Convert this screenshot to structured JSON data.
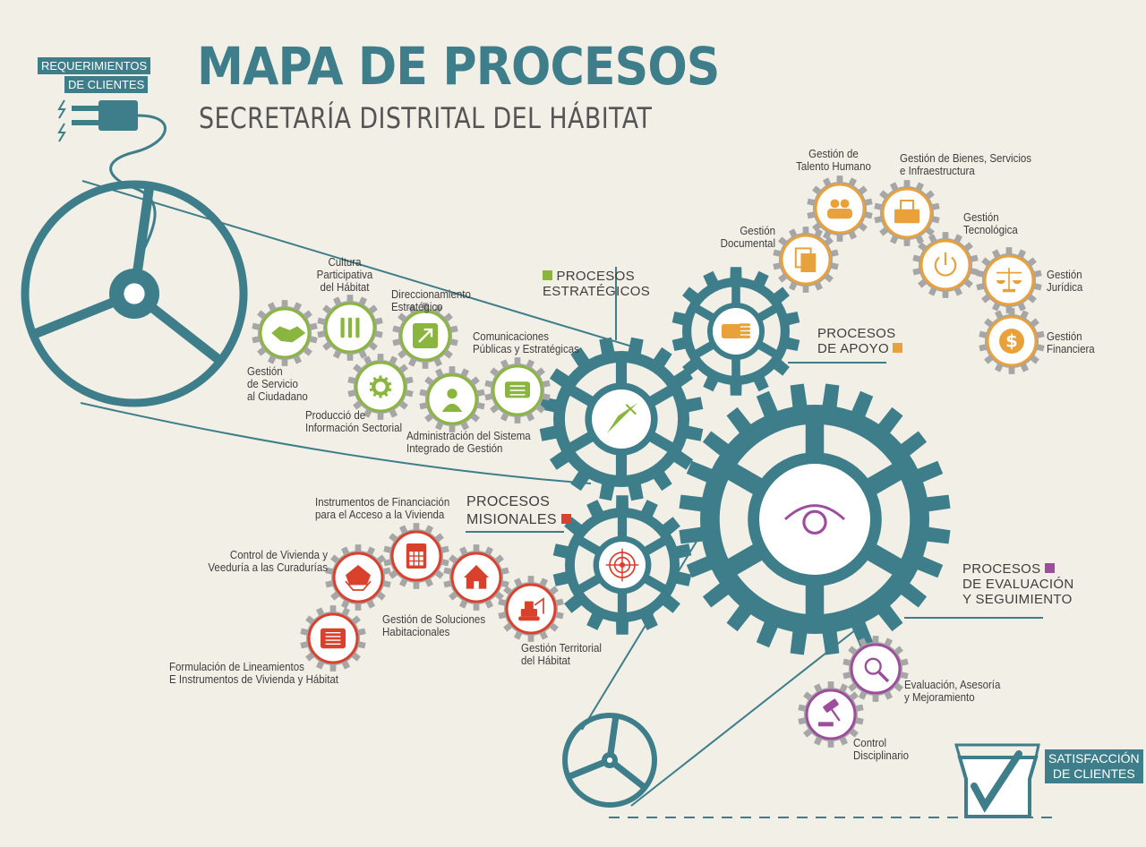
{
  "header": {
    "title": "MAPA DE PROCESOS",
    "subtitle": "SECRETARÍA DISTRITAL DEL HÁBITAT"
  },
  "colors": {
    "teal": "#3d7e8a",
    "strategic": "#8ab63f",
    "support": "#e9a23b",
    "missional": "#d9412d",
    "evaluation": "#9c4d9b",
    "gear_gray": "#a6a6a6",
    "background": "#f1efe6"
  },
  "inputs": {
    "line1": "REQUERIMIENTOS",
    "line2": "DE CLIENTES"
  },
  "outputs": {
    "line1": "SATISFACCIÓN",
    "line2": "DE CLIENTES"
  },
  "groups": {
    "estrategicos": {
      "line1": "PROCESOS",
      "line2": "ESTRATÉGICOS",
      "color": "#8ab63f",
      "icon": "pen-nib-icon"
    },
    "apoyo": {
      "line1": "PROCESOS",
      "line2": "DE APOYO",
      "color": "#e9a23b",
      "icon": "hand-icon"
    },
    "misionales": {
      "line1": "PROCESOS",
      "line2": "MISIONALES",
      "color": "#d9412d",
      "icon": "target-icon"
    },
    "evaluacion": {
      "line1": "PROCESOS",
      "line2": "DE EVALUACIÓN",
      "line3": "Y SEGUIMIENTO",
      "color": "#9c4d9b",
      "icon": "eye-icon"
    }
  },
  "processes": {
    "servicio_ciudadano": {
      "lines": [
        "Gestión",
        "de Servicio",
        "al Ciudadano"
      ],
      "icon": "handshake-icon"
    },
    "cultura_participativa": {
      "lines": [
        "Cultura",
        "Participativa",
        "del Hábitat"
      ],
      "icon": "raised-hands-icon"
    },
    "direccionamiento": {
      "lines": [
        "Direccionamiento",
        "Estratégico"
      ],
      "icon": "arrow-up-right-icon"
    },
    "informacion_sectorial": {
      "lines": [
        "Producció de",
        "Información Sectorial"
      ],
      "icon": "gear-icon"
    },
    "sistema_integrado": {
      "lines": [
        "Administración del Sistema",
        "Integrado de Gestión"
      ],
      "icon": "person-icon"
    },
    "comunicaciones": {
      "lines": [
        "Comunicaciones",
        "Públicas y Estratégicas"
      ],
      "icon": "chat-icon"
    },
    "talento_humano": {
      "lines": [
        "Gestión de",
        "Talento Humano"
      ],
      "icon": "people-icon"
    },
    "bienes_servicios": {
      "lines": [
        "Gestión de Bienes, Servicios",
        "e Infraestructura"
      ],
      "icon": "printer-icon"
    },
    "documental": {
      "lines": [
        "Gestión",
        "Documental"
      ],
      "icon": "documents-icon"
    },
    "tecnologica": {
      "lines": [
        "Gestión",
        "Tecnológica"
      ],
      "icon": "power-icon"
    },
    "juridica": {
      "lines": [
        "Gestión",
        "Jurídica"
      ],
      "icon": "scales-icon"
    },
    "financiera": {
      "lines": [
        "Gestión",
        "Financiera"
      ],
      "icon": "dollar-icon"
    },
    "financiacion": {
      "lines": [
        "Instrumentos de Financiación",
        "para el Acceso a la Vivienda"
      ],
      "icon": "calculator-icon"
    },
    "control_vivienda": {
      "lines": [
        "Control de Vivienda  y",
        "Veeduría a las Curadurías"
      ],
      "icon": "house-box-icon"
    },
    "soluciones_habitacionales": {
      "lines": [
        "Gestión de Soluciones",
        "Habitacionales"
      ],
      "icon": "house-icon"
    },
    "territorial": {
      "lines": [
        "Gestión Territorial",
        "del Hábitat"
      ],
      "icon": "excavator-icon"
    },
    "lineamientos": {
      "lines": [
        "Formulación de Lineamientos",
        "E Instrumentos de Vivienda y Hábitat"
      ],
      "icon": "document-lines-icon"
    },
    "evaluacion_asesoria": {
      "lines": [
        "Evaluación, Asesoría",
        "y Mejoramiento"
      ],
      "icon": "magnifier-icon"
    },
    "control_disciplinario": {
      "lines": [
        "Control",
        "Disciplinario"
      ],
      "icon": "gavel-icon"
    }
  }
}
